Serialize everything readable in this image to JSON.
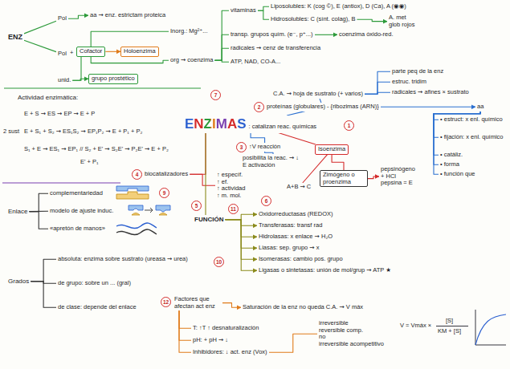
{
  "diagram": {
    "nodes": [
      {
        "text": [
          "ENZ"
        ]
      },
      {
        "text": [
          "Pol"
        ]
      },
      {
        "text": [
          "aa ⇝ enz. estrictam proteica"
        ]
      },
      {
        "text": [
          "Pol"
        ]
      },
      {
        "text": [
          "Cofactor"
        ]
      },
      {
        "text": [
          "Holoenzima"
        ]
      },
      {
        "text": [
          "Inorg.: Mg²⁺..."
        ]
      },
      {
        "text": [
          "org ⇝ coenzima"
        ]
      },
      {
        "text": [
          "vitaminas"
        ]
      },
      {
        "text": [
          "Liposolubles: K (cog ©), E (antiox), D (Ca), A (◉◉)"
        ]
      },
      {
        "text": [
          "Hidrosolubles: C (sínt. colag), B"
        ]
      },
      {
        "text": [
          "A. met",
          "glob rojos"
        ]
      },
      {
        "text": [
          "transp. grupos quím. (e⁻, p⁺...)"
        ]
      },
      {
        "text": [
          "coenzima óxido-red."
        ]
      },
      {
        "text": [
          "radicales ⇝ cenz de transferencia"
        ]
      },
      {
        "text": [
          "ATP, NAD, CO-A..."
        ]
      },
      {
        "text": [
          "unid."
        ]
      },
      {
        "text": [
          "grupo prostético"
        ]
      },
      {
        "text": [
          "ENZIMAS",
          ": catalizan reac. químicas"
        ]
      },
      {
        "text": [
          "proteínas (globulares) - {ribozimas (ARN)}"
        ]
      },
      {
        "text": [
          "C.A. ⇝ hoja de sustrato (+ varios)"
        ]
      },
      {
        "text": [
          "parte peq de la enz"
        ]
      },
      {
        "text": [
          "estruc. tridim"
        ]
      },
      {
        "text": [
          "radicales ⇝ afines × sustrato"
        ]
      },
      {
        "text": [
          "aa"
        ]
      },
      {
        "text": [
          "• estruct: x enl. químico"
        ]
      },
      {
        "text": [
          "• fijación: x enl. químico"
        ]
      },
      {
        "text": [
          "• catáliz."
        ]
      },
      {
        "text": [
          "• forma"
        ]
      },
      {
        "text": [
          "• función que"
        ]
      },
      {
        "text": [
          "↑V reacción"
        ]
      },
      {
        "text": [
          "posibilita la reac. ⇝ ↓ E activación"
        ]
      },
      {
        "text": [
          "biocatalizadores"
        ]
      },
      {
        "text": [
          "↑ específ.",
          "↑ ef.",
          "↑ actividad",
          "↑ m. mol."
        ]
      },
      {
        "text": [
          "Isoenzima"
        ]
      },
      {
        "text": [
          "A+B ⇝ C"
        ]
      },
      {
        "text": [
          "Zimógeno o proenzima"
        ]
      },
      {
        "text": [
          "pepsinógeno",
          "+ HCl",
          "pepsina = E"
        ]
      },
      {
        "text": [
          "Enlace"
        ]
      },
      {
        "text": [
          "complementariedad"
        ]
      },
      {
        "text": [
          "modelo de ajuste induc."
        ]
      },
      {
        "text": [
          "«apretón de manos»"
        ]
      },
      {
        "text": [
          "Grados"
        ]
      },
      {
        "text": [
          "absoluta: enzima sobre sustrato (ureasa ⇝ urea)"
        ]
      },
      {
        "text": [
          "de grupo: sobre un ... (gral)"
        ]
      },
      {
        "text": [
          "de clase: depende del enlace"
        ]
      },
      {
        "text": [
          "FUNCIÓN"
        ]
      },
      {
        "text": [
          "Oxidorreductasas (REDOX)"
        ]
      },
      {
        "text": [
          "Transferasas: transf rad"
        ]
      },
      {
        "text": [
          "Hidrolasas: x enlace ⇝ H₂O"
        ]
      },
      {
        "text": [
          "Liasas: sep. grupo ⇝ x"
        ]
      },
      {
        "text": [
          "Isomerasas: cambio pos. grupo"
        ]
      },
      {
        "text": [
          "Ligasas o sintetasas: unión de mol/grup ⇝ ATP ★"
        ]
      },
      {
        "text": [
          "Factores que afectan act enz"
        ]
      },
      {
        "text": [
          "Saturación de la enz no queda C.A. ⇝ V máx"
        ]
      },
      {
        "text": [
          "T: ↑T ↑ desnaturalización"
        ]
      },
      {
        "text": [
          "pH: + pH ⇝ ↓"
        ]
      },
      {
        "text": [
          "Inhibidores: ↓ act. enz (Vox)"
        ]
      },
      {
        "text": [
          "irreversible",
          "reversible comp.",
          "no",
          "irreversible acompetitivo"
        ]
      }
    ],
    "edges": [
      {
        "from": 0,
        "to": 1,
        "arrow": "none"
      },
      {
        "from": 0,
        "to": 3,
        "arrow": "none"
      },
      {
        "from": 1,
        "to": 2,
        "arrow": "to"
      },
      {
        "from": 4,
        "to": 5,
        "arrow": "to"
      },
      {
        "from": 4,
        "to": 6,
        "arrow": "none"
      },
      {
        "from": 4,
        "to": 7,
        "arrow": "none"
      },
      {
        "from": 4,
        "to": 16,
        "arrow": "none"
      },
      {
        "from": 16,
        "to": 17,
        "arrow": "to"
      },
      {
        "from": 7,
        "to": 8,
        "arrow": "none"
      },
      {
        "from": 7,
        "to": 12,
        "arrow": "none"
      },
      {
        "from": 7,
        "to": 14,
        "arrow": "none"
      },
      {
        "from": 7,
        "to": 15,
        "arrow": "none"
      },
      {
        "from": 8,
        "to": 9,
        "arrow": "none"
      },
      {
        "from": 8,
        "to": 10,
        "arrow": "none"
      },
      {
        "from": 10,
        "to": 11,
        "arrow": "to"
      },
      {
        "from": 12,
        "to": 13,
        "arrow": "to"
      },
      {
        "from": 18,
        "to": 19,
        "arrow": "none"
      },
      {
        "from": 19,
        "to": 20,
        "arrow": "none"
      },
      {
        "from": 20,
        "to": 21,
        "arrow": "none"
      },
      {
        "from": 20,
        "to": 22,
        "arrow": "none"
      },
      {
        "from": 20,
        "to": 23,
        "arrow": "none"
      },
      {
        "from": 19,
        "to": 24,
        "arrow": "to"
      },
      {
        "from": 24,
        "to": 25,
        "arrow": "none"
      },
      {
        "from": 24,
        "to": 26,
        "arrow": "none"
      },
      {
        "from": 24,
        "to": 27,
        "arrow": "none"
      },
      {
        "from": 24,
        "to": 28,
        "arrow": "none"
      },
      {
        "from": 24,
        "to": 29,
        "arrow": "none"
      },
      {
        "from": 18,
        "to": 30,
        "arrow": "none"
      },
      {
        "from": 30,
        "to": 31,
        "arrow": "none"
      },
      {
        "from": 18,
        "to": 32,
        "arrow": "none"
      },
      {
        "from": 32,
        "to": 33,
        "arrow": "none"
      },
      {
        "from": 18,
        "to": 34,
        "arrow": "none"
      },
      {
        "from": 34,
        "to": 35,
        "arrow": "none"
      },
      {
        "from": 34,
        "to": 36,
        "arrow": "none"
      },
      {
        "from": 36,
        "to": 37,
        "arrow": "to"
      },
      {
        "from": 18,
        "to": 46,
        "arrow": "none"
      },
      {
        "from": 38,
        "to": 39,
        "arrow": "none"
      },
      {
        "from": 38,
        "to": 40,
        "arrow": "none"
      },
      {
        "from": 38,
        "to": 41,
        "arrow": "none"
      },
      {
        "from": 42,
        "to": 43,
        "arrow": "none"
      },
      {
        "from": 42,
        "to": 44,
        "arrow": "none"
      },
      {
        "from": 42,
        "to": 45,
        "arrow": "none"
      },
      {
        "from": 46,
        "to": 47,
        "arrow": "to"
      },
      {
        "from": 46,
        "to": 48,
        "arrow": "to"
      },
      {
        "from": 46,
        "to": 49,
        "arrow": "to"
      },
      {
        "from": 46,
        "to": 50,
        "arrow": "to"
      },
      {
        "from": 46,
        "to": 51,
        "arrow": "to"
      },
      {
        "from": 46,
        "to": 52,
        "arrow": "to"
      },
      {
        "from": 53,
        "to": 54,
        "arrow": "to"
      },
      {
        "from": 53,
        "to": 55,
        "arrow": "none"
      },
      {
        "from": 53,
        "to": 56,
        "arrow": "none"
      },
      {
        "from": 53,
        "to": 57,
        "arrow": "none"
      },
      {
        "from": 57,
        "to": 58,
        "arrow": "none"
      }
    ],
    "labels": [
      "+",
      "Actividad enzimática:",
      "E + S ⇝ ES ⇝ EP ⇝ E + P",
      "2 sust",
      "E + S₁ + S₂ ⇝ ES₁S₂ ⇝ EP₁P₂ ⇝ E + P₁ + P₂",
      "S₁ + E ⇝ ES₁ ⇝ EP₁ // S₂ + E' ⇝ S₂E' ⇝ P₂E' ⇝ E + P₂",
      "E' + P₁",
      "V = Vmáx ×",
      "[S]",
      "KM + [S]",
      "1",
      "2",
      "3",
      "4",
      "5",
      "6",
      "7",
      "9",
      "10",
      "11",
      "12"
    ]
  }
}
